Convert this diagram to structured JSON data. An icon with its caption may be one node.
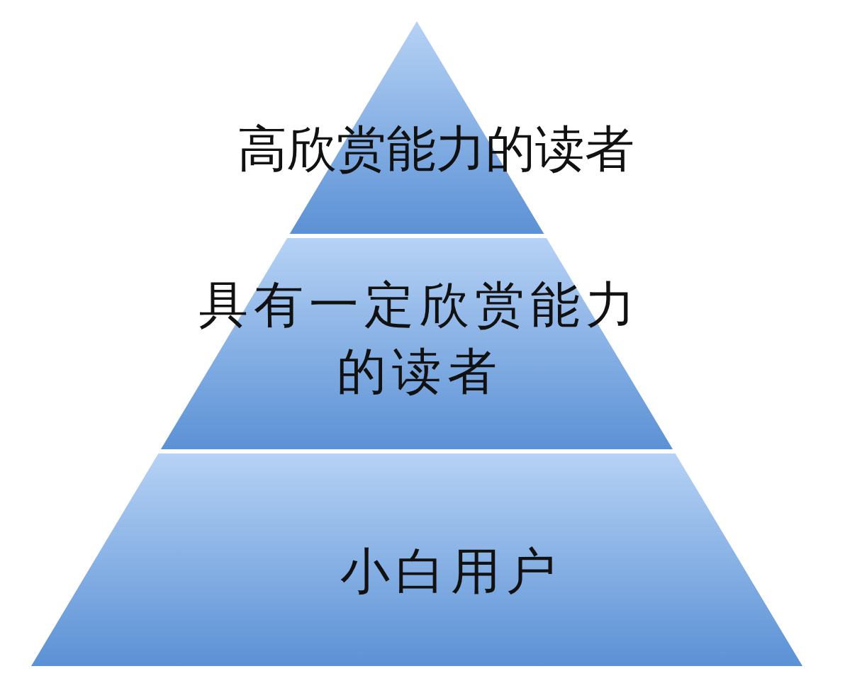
{
  "diagram": {
    "nodes": [
      {
        "text": [
          "高欣赏能力的读者"
        ]
      },
      {
        "text": [
          "具有一定欣赏能力的读者"
        ]
      },
      {
        "text": [
          "小白用户"
        ]
      }
    ]
  }
}
